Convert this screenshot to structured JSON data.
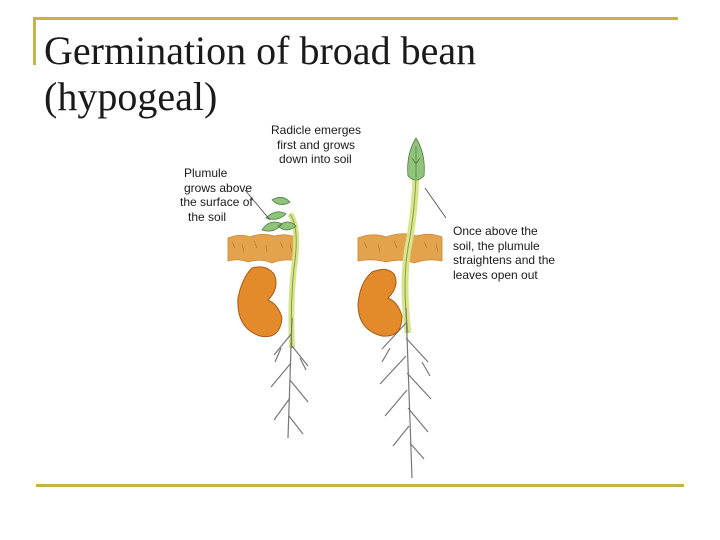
{
  "slide": {
    "title_lines": [
      "Germination of broad bean",
      "(hypogeal)"
    ]
  },
  "diagram": {
    "labels": {
      "radicle": [
        "Radicle emerges",
        "first and grows",
        "down into soil"
      ],
      "plumule": [
        "Plumule",
        "grows above",
        "the surface of",
        "the soil"
      ],
      "leaves": [
        "Once above the",
        "soil, the plumule",
        "straightens and the",
        "leaves open out"
      ]
    }
  },
  "colors": {
    "frame": "#c8b34a",
    "seed": "#e38a2a",
    "soil": "#e2a34c",
    "leaf": "#8fc47a",
    "stem": "#d9e58a"
  }
}
